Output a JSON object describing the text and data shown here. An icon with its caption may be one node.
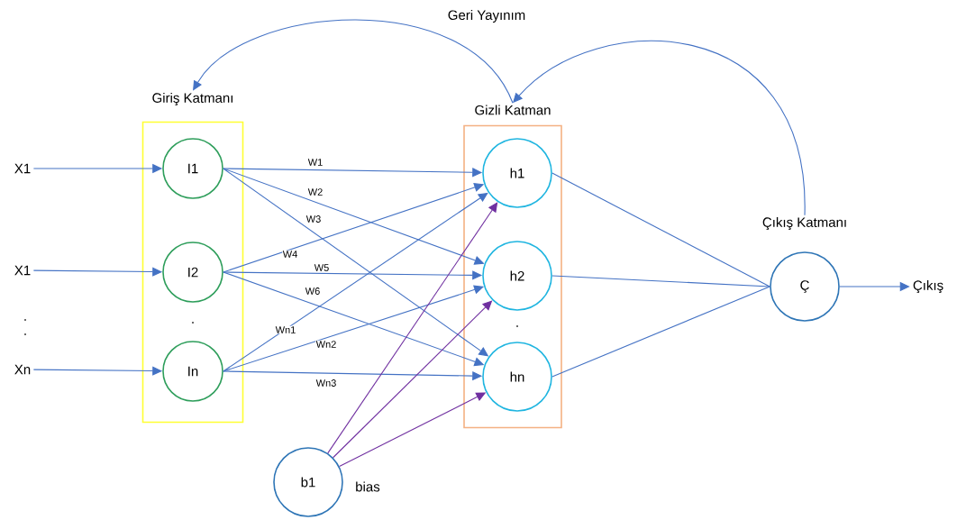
{
  "diagram": {
    "nodes": [
      {
        "text": [
          "Giriş Katmanı"
        ]
      },
      {
        "text": [
          "I1"
        ],
        "in": 0
      },
      {
        "text": [
          "I2"
        ],
        "in": 0
      },
      {
        "text": [
          "In"
        ],
        "in": 0
      },
      {
        "text": [
          "Gizli Katman"
        ]
      },
      {
        "text": [
          "h1"
        ],
        "in": 4
      },
      {
        "text": [
          "h2"
        ],
        "in": 4
      },
      {
        "text": [
          "hn"
        ],
        "in": 4
      },
      {
        "text": [
          "Çıkış Katmanı",
          "Ç"
        ]
      },
      {
        "text": [
          "b1"
        ],
        "beside": [
          "bias"
        ]
      },
      {
        "text": [
          "X1"
        ]
      },
      {
        "text": [
          "X1"
        ]
      },
      {
        "text": [
          "Xn"
        ]
      },
      {
        "text": [
          "Çıkış"
        ]
      }
    ],
    "edges": [
      {
        "from": 10,
        "to": 1,
        "arrow": "to"
      },
      {
        "from": 11,
        "to": 2,
        "arrow": "to"
      },
      {
        "from": 12,
        "to": 3,
        "arrow": "to"
      },
      {
        "from": 1,
        "to": 5,
        "arrow": "to",
        "label": "W1"
      },
      {
        "from": 1,
        "to": 6,
        "arrow": "to",
        "label": "W2"
      },
      {
        "from": 1,
        "to": 7,
        "arrow": "to",
        "label": "W3"
      },
      {
        "from": 2,
        "to": 5,
        "arrow": "to",
        "label": "W4"
      },
      {
        "from": 2,
        "to": 6,
        "arrow": "to",
        "label": "W5"
      },
      {
        "from": 2,
        "to": 7,
        "arrow": "to",
        "label": "W6"
      },
      {
        "from": 3,
        "to": 5,
        "arrow": "to",
        "label": "Wn1"
      },
      {
        "from": 3,
        "to": 6,
        "arrow": "to",
        "label": "Wn2"
      },
      {
        "from": 3,
        "to": 7,
        "arrow": "to",
        "label": "Wn3"
      },
      {
        "from": 9,
        "to": 5,
        "arrow": "to",
        "color": "#7030a0"
      },
      {
        "from": 9,
        "to": 6,
        "arrow": "to",
        "color": "#7030a0"
      },
      {
        "from": 9,
        "to": 7,
        "arrow": "to",
        "color": "#7030a0"
      },
      {
        "from": 5,
        "to": 8,
        "arrow": "none"
      },
      {
        "from": 6,
        "to": 8,
        "arrow": "none"
      },
      {
        "from": 7,
        "to": 8,
        "arrow": "none"
      },
      {
        "from": 8,
        "to": 13,
        "arrow": "to"
      },
      {
        "from": 8,
        "to": 4,
        "arrow": "to"
      },
      {
        "from": 4,
        "to": 0,
        "arrow": "to"
      }
    ],
    "labels": [
      "Geri Yayınım"
    ]
  }
}
